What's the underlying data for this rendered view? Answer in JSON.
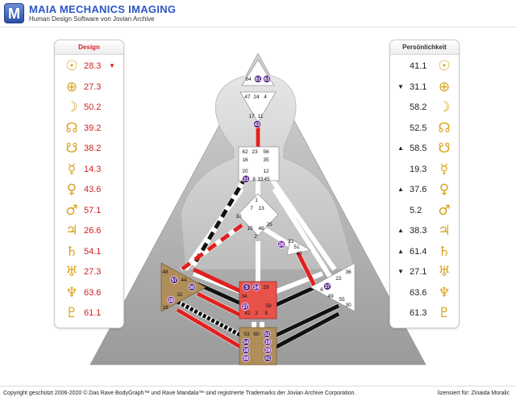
{
  "header": {
    "logo_letter": "M",
    "title": "MAIA MECHANICS IMAGING",
    "subtitle": "Human Design Software von Jovian Archive"
  },
  "design": {
    "title": "Design",
    "rows": [
      {
        "icon": "sun-icon",
        "glyph": "☉",
        "value": "28.3",
        "arrow": "▼"
      },
      {
        "icon": "earth-icon",
        "glyph": "⊕",
        "value": "27.3",
        "arrow": ""
      },
      {
        "icon": "moon-icon",
        "glyph": "☽",
        "value": "50.2",
        "arrow": ""
      },
      {
        "icon": "north-node-icon",
        "glyph": "☊",
        "value": "39.2",
        "arrow": ""
      },
      {
        "icon": "south-node-icon",
        "glyph": "☋",
        "value": "38.2",
        "arrow": ""
      },
      {
        "icon": "mercury-icon",
        "glyph": "☿",
        "value": "14.3",
        "arrow": ""
      },
      {
        "icon": "venus-icon",
        "glyph": "♀",
        "value": "43.6",
        "arrow": ""
      },
      {
        "icon": "mars-icon",
        "glyph": "♂",
        "value": "57.1",
        "arrow": ""
      },
      {
        "icon": "jupiter-icon",
        "glyph": "♃",
        "value": "26.6",
        "arrow": ""
      },
      {
        "icon": "saturn-icon",
        "glyph": "♄",
        "value": "54.1",
        "arrow": ""
      },
      {
        "icon": "uranus-icon",
        "glyph": "♅",
        "value": "27.3",
        "arrow": ""
      },
      {
        "icon": "neptune-icon",
        "glyph": "♆",
        "value": "63.6",
        "arrow": ""
      },
      {
        "icon": "pluto-icon",
        "glyph": "♇",
        "value": "61.1",
        "arrow": ""
      }
    ]
  },
  "personality": {
    "title": "Persönlichkeit",
    "rows": [
      {
        "icon": "sun-icon",
        "glyph": "☉",
        "value": "41.1",
        "arrow": ""
      },
      {
        "icon": "earth-icon",
        "glyph": "⊕",
        "value": "31.1",
        "arrow": "▼"
      },
      {
        "icon": "moon-icon",
        "glyph": "☽",
        "value": "58.2",
        "arrow": ""
      },
      {
        "icon": "north-node-icon",
        "glyph": "☊",
        "value": "52.5",
        "arrow": ""
      },
      {
        "icon": "south-node-icon",
        "glyph": "☋",
        "value": "58.5",
        "arrow": "▲"
      },
      {
        "icon": "mercury-icon",
        "glyph": "☿",
        "value": "19.3",
        "arrow": ""
      },
      {
        "icon": "venus-icon",
        "glyph": "♀",
        "value": "37.6",
        "arrow": "▲"
      },
      {
        "icon": "mars-icon",
        "glyph": "♂",
        "value": "5.2",
        "arrow": ""
      },
      {
        "icon": "jupiter-icon",
        "glyph": "♃",
        "value": "38.3",
        "arrow": "▲"
      },
      {
        "icon": "saturn-icon",
        "glyph": "♄",
        "value": "61.4",
        "arrow": "▲"
      },
      {
        "icon": "uranus-icon",
        "glyph": "♅",
        "value": "27.1",
        "arrow": "▼"
      },
      {
        "icon": "neptune-icon",
        "glyph": "♆",
        "value": "63.6",
        "arrow": ""
      },
      {
        "icon": "pluto-icon",
        "glyph": "♇",
        "value": "61.3",
        "arrow": ""
      }
    ]
  },
  "bodygraph": {
    "colors": {
      "design": "#e02020",
      "personality": "#111111",
      "active_gate": "#5a2d8c",
      "defined_center": "#b08e5a",
      "sacral": "#e8524a"
    },
    "gates": {
      "head": [
        "64",
        "61",
        "63"
      ],
      "ajna": [
        "47",
        "24",
        "4",
        "17",
        "11",
        "43"
      ],
      "throat": [
        "62",
        "23",
        "56",
        "16",
        "35",
        "20",
        "31",
        "8",
        "33",
        "12",
        "45"
      ],
      "g": [
        "1",
        "7",
        "13",
        "10",
        "25",
        "15",
        "46",
        "2"
      ],
      "heart": [
        "21",
        "26",
        "51",
        "40"
      ],
      "spleen": [
        "48",
        "57",
        "44",
        "50",
        "32",
        "28",
        "18"
      ],
      "sacral": [
        "5",
        "14",
        "29",
        "34",
        "27",
        "59",
        "42",
        "3",
        "9"
      ],
      "solar_plexus": [
        "36",
        "22",
        "37",
        "6",
        "49",
        "55",
        "30"
      ],
      "root": [
        "53",
        "60",
        "52",
        "54",
        "19",
        "38",
        "39",
        "58",
        "41"
      ]
    }
  },
  "footer": {
    "copyright": "Copyright geschützt 2006-2020 ©.Das Rave BodyGraph™ und Rave Mandala™ sind registrierte Trademarks der Jovian Archive Corporation.",
    "licence": "lizensiert für: Zinaida Moralic"
  }
}
